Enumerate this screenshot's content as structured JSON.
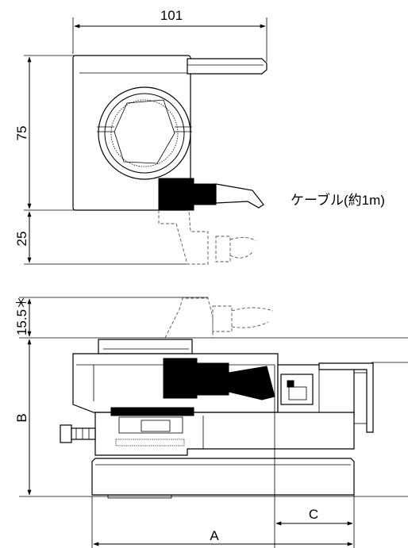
{
  "dimensions": {
    "top_width": "101",
    "top_height": "75",
    "cable_drop": "25",
    "cable_rise": "15.5＊",
    "height_b": "B",
    "depth_c": "C",
    "width_a": "A"
  },
  "callouts": {
    "cable": "ケーブル(約1m)"
  }
}
